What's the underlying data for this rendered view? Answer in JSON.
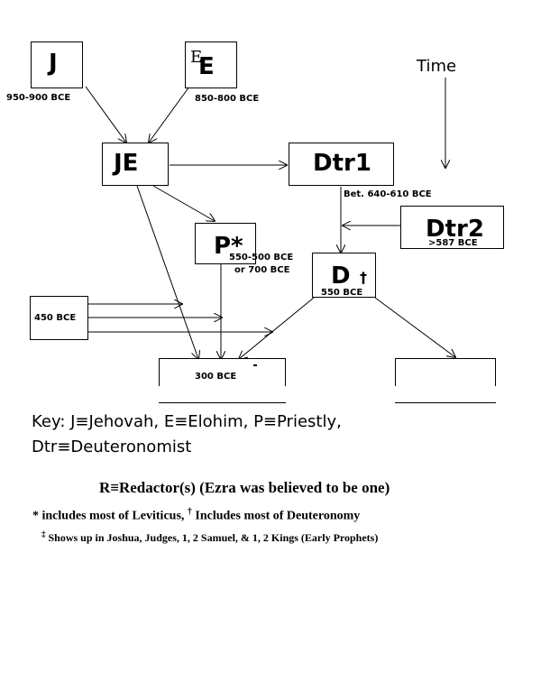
{
  "diagram": {
    "boxes": {
      "j": "J",
      "e_small": "E",
      "e": "E",
      "je": "JE",
      "dtr1": "Dtr1",
      "p": "P*",
      "dtr2": "Dtr2",
      "d": "D",
      "d_mark": "†"
    },
    "dates": {
      "j": "950-900 BCE",
      "e": "850-800 BCE",
      "dtr1": "Bet. 640-610 BCE",
      "p_line1": "550-500 BCE",
      "p_line2": "or 700 BCE",
      "dtr2": ">587 BCE",
      "d": "550 BCE",
      "left": "450 BCE",
      "bottom": "300 BCE"
    },
    "time_label": "Time"
  },
  "legend": {
    "line1": "Key: J≡Jehovah, E≡Elohim, P≡Priestly,",
    "line2": "Dtr≡Deuteronomist",
    "redactor": "R≡Redactor(s) (Ezra was believed to be one)",
    "note1_a": "* includes most of Leviticus, ",
    "note1_mark": "†",
    "note1_b": " Includes most of Deuteronomy",
    "note2_mark": "‡",
    "note2": " Shows up in Joshua, Judges, 1, 2 Samuel, & 1, 2 Kings (Early Prophets)"
  }
}
